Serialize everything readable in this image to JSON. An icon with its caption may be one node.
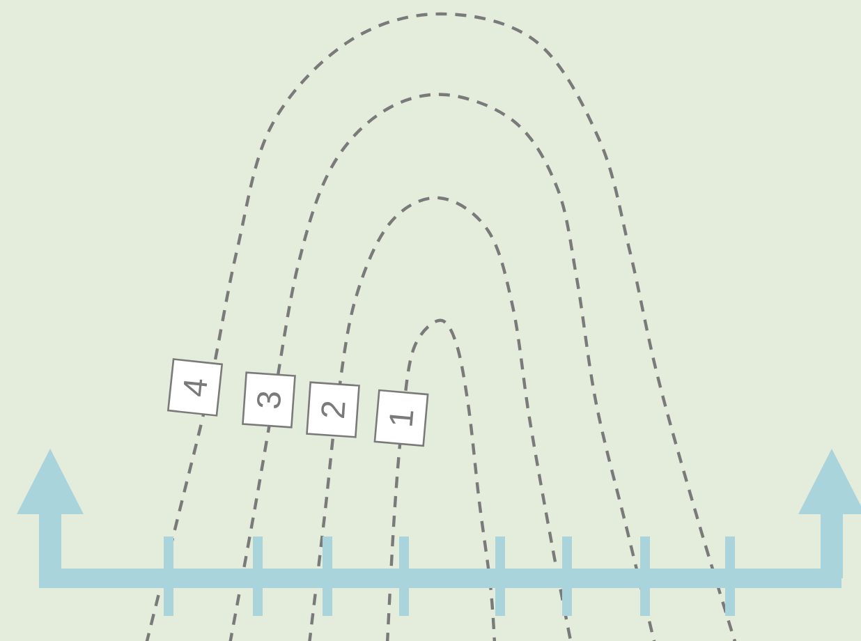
{
  "diagram": {
    "nodes": [
      {
        "text": [
          "4"
        ]
      },
      {
        "text": [
          "3"
        ]
      },
      {
        "text": [
          "2"
        ]
      },
      {
        "text": [
          "1"
        ]
      }
    ]
  }
}
